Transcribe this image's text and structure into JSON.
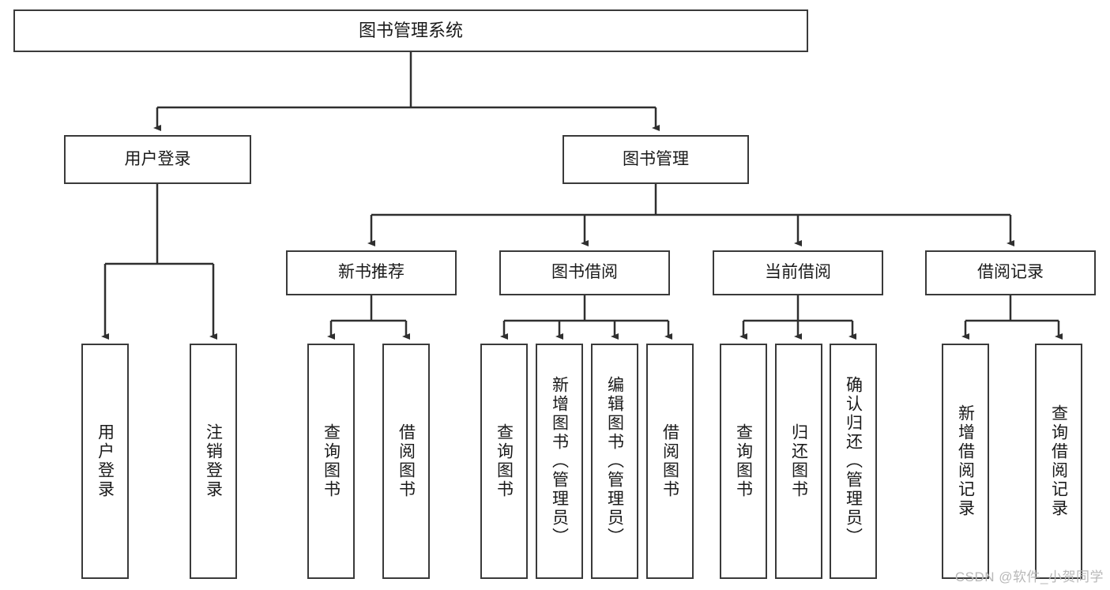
{
  "diagram": {
    "title": "图书管理系统",
    "type": "tree-hierarchy-diagram",
    "root": {
      "label": "图书管理系统"
    },
    "level2": [
      {
        "label": "用户登录"
      },
      {
        "label": "图书管理"
      }
    ],
    "level3": [
      {
        "label": "新书推荐"
      },
      {
        "label": "图书借阅"
      },
      {
        "label": "当前借阅"
      },
      {
        "label": "借阅记录"
      }
    ],
    "leaves": {
      "user_login": [
        {
          "label": "用户登录"
        },
        {
          "label": "注销登录"
        }
      ],
      "new_book_recommend": [
        {
          "label": "查询图书"
        },
        {
          "label": "借阅图书"
        }
      ],
      "book_borrow": [
        {
          "label": "查询图书"
        },
        {
          "label": "新增图书（管理员）"
        },
        {
          "label": "编辑图书（管理员）"
        },
        {
          "label": "借阅图书"
        }
      ],
      "current_borrow": [
        {
          "label": "查询图书"
        },
        {
          "label": "归还图书"
        },
        {
          "label": "确认归还（管理员）"
        }
      ],
      "borrow_record": [
        {
          "label": "新增借阅记录"
        },
        {
          "label": "查询借阅记录"
        }
      ]
    }
  },
  "watermark": {
    "text": "CSDN @软件_小贺同学"
  },
  "colors": {
    "border": "#3a3a3a",
    "background": "#ffffff",
    "text": "#1a1a1a",
    "watermark": "#b8b8b8"
  }
}
